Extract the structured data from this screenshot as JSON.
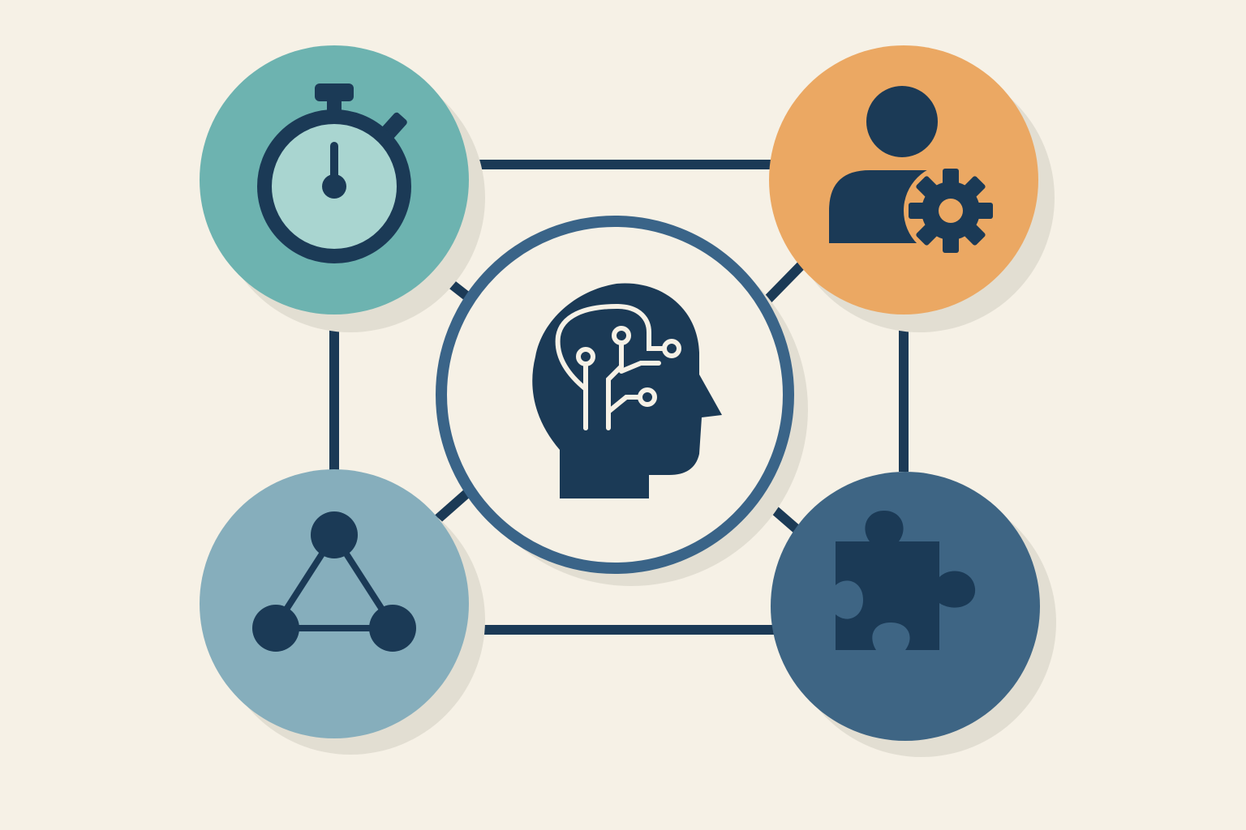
{
  "colors": {
    "background": "#F6F1E6",
    "line": "#1B3A56",
    "icon": "#1B3A56",
    "shadow": "#E2DED2",
    "center_ring": "#3A6488",
    "center_fill": "#F6F1E6",
    "stopwatch_circle": "#6DB3B0",
    "stopwatch_face": "#A9D5D0",
    "user_circle": "#EBA863",
    "network_circle": "#86AEBC",
    "puzzle_circle": "#3E6584",
    "brain_lines": "#F6F1E6"
  },
  "nodes": [
    {
      "id": "center",
      "icon": "ai-head-icon"
    },
    {
      "id": "top-left",
      "icon": "stopwatch-icon"
    },
    {
      "id": "top-right",
      "icon": "user-gear-icon"
    },
    {
      "id": "bottom-left",
      "icon": "network-icon"
    },
    {
      "id": "bottom-right",
      "icon": "puzzle-icon"
    }
  ]
}
